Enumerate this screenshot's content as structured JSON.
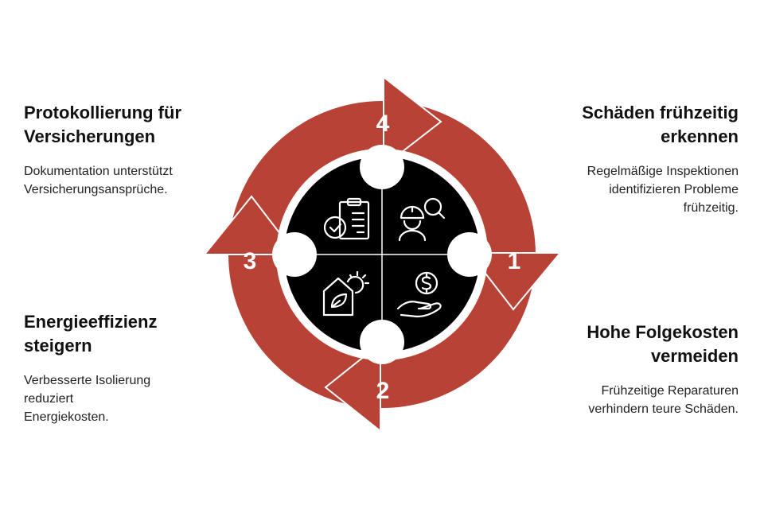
{
  "colors": {
    "ring": "#B84236",
    "center": "#000000",
    "outline": "#ffffff"
  },
  "steps": [
    {
      "number": "1",
      "title": "Schäden frühzeitig erkennen",
      "description": "Regelmäßige Inspektionen identifizieren Probleme frühzeitig.",
      "icon": "inspector-search-icon"
    },
    {
      "number": "2",
      "title": "Hohe Folgekosten vermeiden",
      "description": "Frühzeitige Reparaturen verhindern teure Schäden.",
      "icon": "hand-dollar-icon"
    },
    {
      "number": "3",
      "title": "Energieeffizienz steigern",
      "description": "Verbesserte Isolierung reduziert Energiekosten.",
      "icon": "eco-house-sun-icon"
    },
    {
      "number": "4",
      "title": "Protokollierung für Versicherungen",
      "description": "Dokumentation unterstützt Versicherungsansprüche.",
      "icon": "clipboard-check-icon"
    }
  ]
}
